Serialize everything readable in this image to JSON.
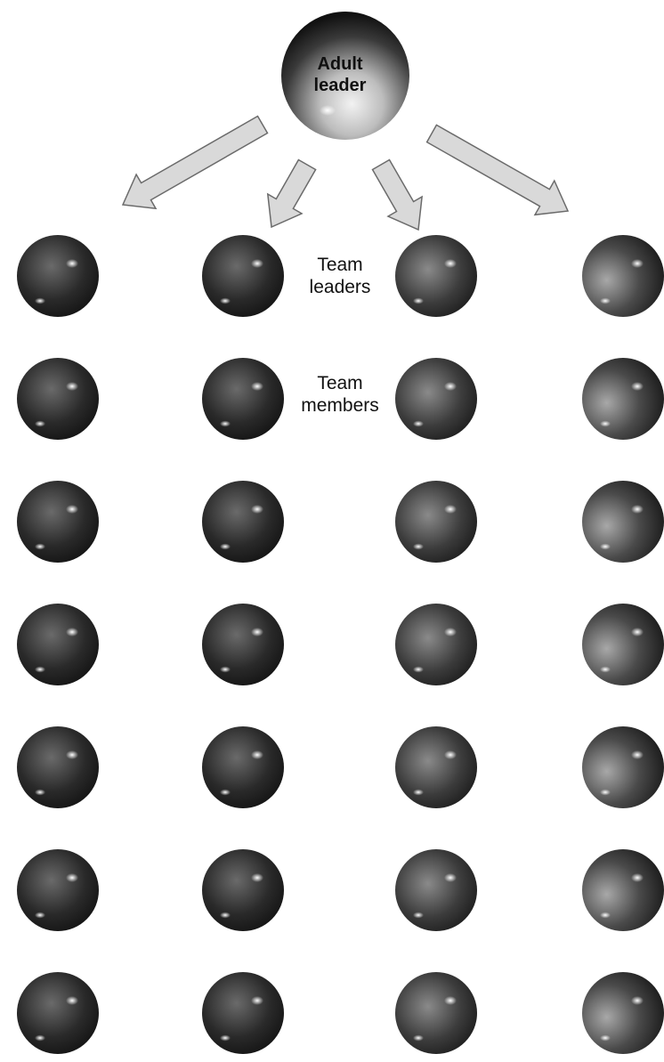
{
  "labels": {
    "adult_leader": [
      "Adult",
      "leader"
    ],
    "team_leaders": [
      "Team",
      "leaders"
    ],
    "team_members": [
      "Team",
      "members"
    ]
  },
  "structure": {
    "adult_leader_count": 1,
    "team_count": 4,
    "team_leaders_per_team": 1,
    "team_members_per_team": 6
  },
  "colors": {
    "background": "#ffffff",
    "sphere_dark": "#1a1a1a",
    "sphere_mid": "#555555",
    "sphere_light": "#d8d8d8",
    "arrow_fill": "#d9d9d9",
    "arrow_edge": "#6b6b6b",
    "label_text": "#111111"
  }
}
